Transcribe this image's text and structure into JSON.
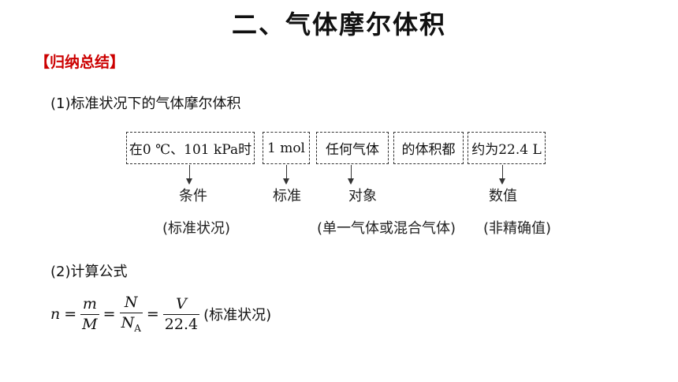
{
  "title": "二、气体摩尔体积",
  "summary_tag": "【归纳总结】",
  "section1": {
    "heading": "(1)标准状况下的气体摩尔体积",
    "boxes": [
      "在0 ℃、101 kPa时",
      "1 mol",
      "任何气体",
      "的体积都",
      "约为22.4 L"
    ],
    "labels": {
      "condition": "条件",
      "standard": "标准",
      "object": "对象",
      "value": "数值"
    },
    "notes": {
      "condition": "(标准状况)",
      "object": "(单一气体或混合气体)",
      "value": "(非精确值)"
    }
  },
  "section2": {
    "heading": "(2)计算公式",
    "formula": {
      "n": "n",
      "eq": "=",
      "m": "m",
      "M": "M",
      "N": "N",
      "NA_base": "N",
      "NA_sub": "A",
      "V": "V",
      "vm": "22.4",
      "note": "(标准状况)"
    }
  }
}
